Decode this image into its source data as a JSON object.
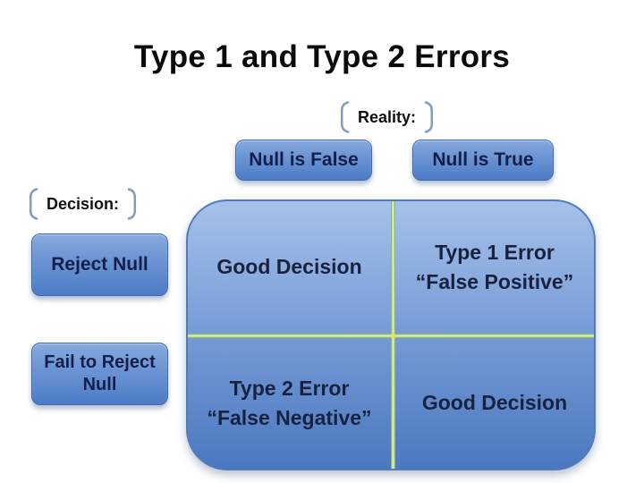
{
  "slide": {
    "title": "Type 1 and Type 2 Errors"
  },
  "reality": {
    "label": "Reality:",
    "options": [
      {
        "label": "Null is False"
      },
      {
        "label": "Null is True"
      }
    ]
  },
  "decision": {
    "label": "Decision:",
    "options": [
      {
        "label": "Reject Null"
      },
      {
        "label": "Fail to Reject Null"
      }
    ]
  },
  "matrix": {
    "top_left": {
      "line1": "Good Decision"
    },
    "top_right": {
      "line1": "Type 1 Error",
      "line2": "“False Positive”"
    },
    "bottom_left": {
      "line1": "Type 2 Error",
      "line2": "“False Negative”"
    },
    "bottom_right": {
      "line1": "Good Decision"
    }
  },
  "colors": {
    "node_fill_top": "#87aadd",
    "node_fill_bottom": "#4c7cc6",
    "node_border": "#3e69ae",
    "node_text": "#131f4a",
    "matrix_fill_top": "#a6c2ea",
    "matrix_fill_bottom": "#4a78c0",
    "matrix_border": "#527cb8",
    "divider_green": "#76ad52",
    "divider_core": "#eef6cf",
    "divider_intersection": "#e6e05e",
    "bracket": "#7e9cc5",
    "title_text": "#0a0a0a"
  }
}
